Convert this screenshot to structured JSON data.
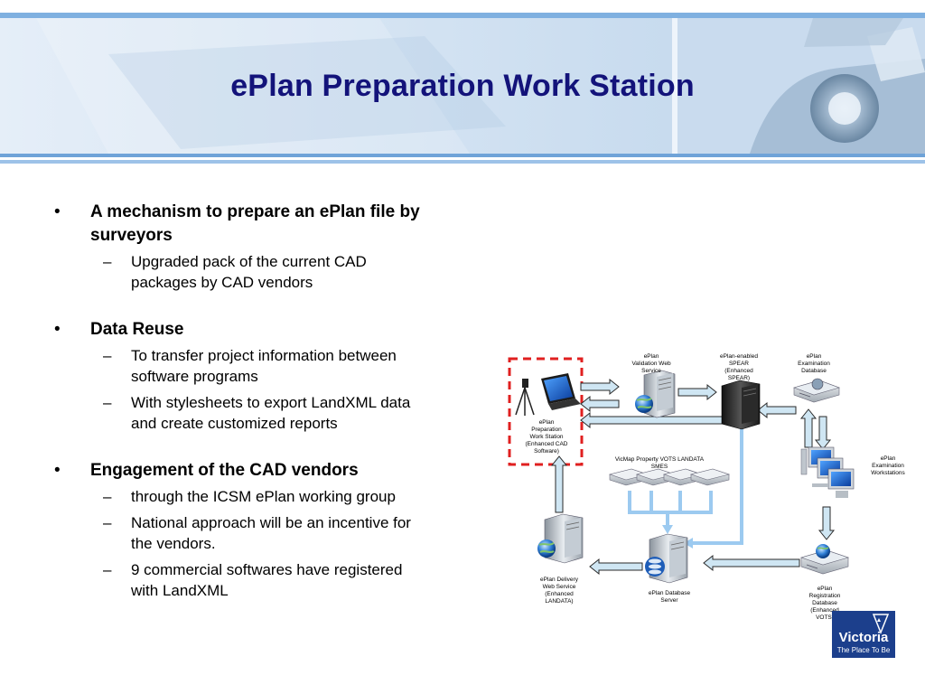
{
  "slide": {
    "title": "ePlan Preparation Work Station"
  },
  "bullets": [
    {
      "text": "A mechanism to prepare an ePlan file by surveyors",
      "subs": [
        "Upgraded pack of the current CAD packages by CAD vendors"
      ]
    },
    {
      "text": "Data Reuse",
      "subs": [
        "To transfer project information between software programs",
        "With stylesheets to export LandXML data and create customized reports"
      ]
    },
    {
      "text": "Engagement of the CAD vendors",
      "subs": [
        "through the ICSM ePlan working group",
        "National approach will be an incentive for the vendors.",
        "9 commercial softwares have registered with LandXML"
      ]
    }
  ],
  "symbols": {
    "bullet": "•",
    "dash": "–"
  },
  "diagram": {
    "prep": [
      "ePlan",
      "Preparation",
      "Work Station",
      "(Enhanced CAD",
      "Software)"
    ],
    "validation": [
      "ePlan",
      "Validation Web",
      "Service"
    ],
    "spear": [
      "ePlan-enabled",
      "SPEAR",
      "(Enhanced",
      "SPEAR)"
    ],
    "exam_db": [
      "ePlan",
      "Examination",
      "Database"
    ],
    "exam_ws": [
      "ePlan",
      "Examination",
      "Workstations"
    ],
    "vicmap": [
      "VicMap Property  VOTS   LANDATA",
      "SMES"
    ],
    "delivery": [
      "ePlan Delivery",
      "Web Service",
      "(Enhanced",
      "LANDATA)"
    ],
    "database": [
      "ePlan Database",
      "Server"
    ],
    "registration": [
      "ePlan",
      "Registration",
      "Database",
      "(Enhanced",
      "VOTS)"
    ]
  },
  "logo": {
    "name": "Victoria",
    "tagline": "The Place To Be"
  },
  "colors": {
    "title": "#13137a",
    "arrow_fill": "#cfe6f3",
    "highlight": "#e02020",
    "blue_line": "#9ccaf0"
  }
}
